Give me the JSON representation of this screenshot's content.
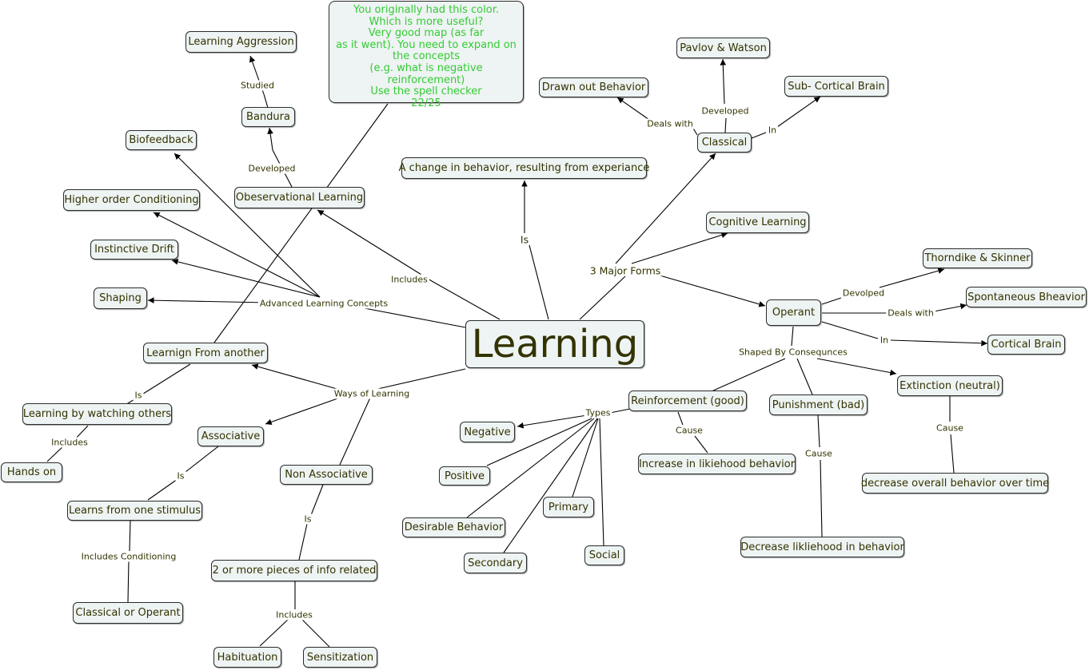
{
  "nodes": {
    "learning": "Learning",
    "comment_lines": [
      "You originally had this color.",
      "Which is more useful?",
      "Very good map (as far",
      "as it went). You need to expand on",
      "the concepts",
      "(e.g. what is negative reinforcement)",
      "Use the spell checker",
      "22/25"
    ],
    "learning_aggression": "Learning Aggression",
    "bandura": "Bandura",
    "biofeedback": "Biofeedback",
    "observational_learning": "Obeservational Learning",
    "higher_order": "Higher order Conditioning",
    "instinctive_drift": "Instinctive Drift",
    "shaping": "Shaping",
    "learning_from_another": "Learnign From another",
    "learning_by_watching": "Learning by watching others",
    "hands_on": "Hands on",
    "associative": "Associative",
    "learns_one_stimulus": "Learns from one stimulus",
    "classical_or_operant": "Classical or Operant",
    "non_associative": "Non Associative",
    "two_or_more": "2 or more pieces of info related",
    "habituation": "Habituation",
    "sensitization": "Sensitization",
    "change_behavior": "A change in behavior, resulting from experiance",
    "drawn_out": "Drawn out Behavior",
    "pavlov": "Pavlov & Watson",
    "sub_cortical": "Sub- Cortical Brain",
    "classical": "Classical",
    "cognitive": "Cognitive Learning",
    "thorndike": "Thorndike & Skinner",
    "spontaneous": "Spontaneous Bheavior",
    "cortical": "Cortical Brain",
    "operant": "Operant",
    "reinforcement": "Reinforcement (good)",
    "punishment": "Punishment (bad)",
    "extinction": "Extinction (neutral)",
    "increase": "Increase in likiehood behavior",
    "decrease_overall": "decrease overall behavior over time",
    "decrease_likelihood": "Decrease likliehood in behavior",
    "negative": "Negative",
    "positive": "Positive",
    "desirable": "Desirable Behavior",
    "primary": "Primary",
    "secondary": "Secondary",
    "social": "Social"
  },
  "links": {
    "studied": "Studied",
    "developed_bandura": "Developed",
    "includes_obs": "Includes",
    "advanced": "Advanced Learning Concepts",
    "ways": "Ways of Learning",
    "is_main": "Is",
    "major_forms": "3 Major Forms",
    "deals_with_classical": "Deals with",
    "developed_classical": "Developed",
    "in_classical": "In",
    "is_watching": "Is",
    "includes_hands": "Includes",
    "is_assoc": "Is",
    "includes_conditioning": "Includes Conditioning",
    "is_nonassoc": "Is",
    "includes_hab": "Includes",
    "types": "Types",
    "cause_reinf": "Cause",
    "shaped": "Shaped By Consequnces",
    "devolped": "Devolped",
    "deals_with_operant": "Deals with",
    "in_operant": "In",
    "cause_pun": "Cause",
    "cause_ext": "Cause"
  },
  "colors": {
    "comment_text": "#33cc33",
    "node_fill": "#eef3f3",
    "text": "#333300"
  }
}
